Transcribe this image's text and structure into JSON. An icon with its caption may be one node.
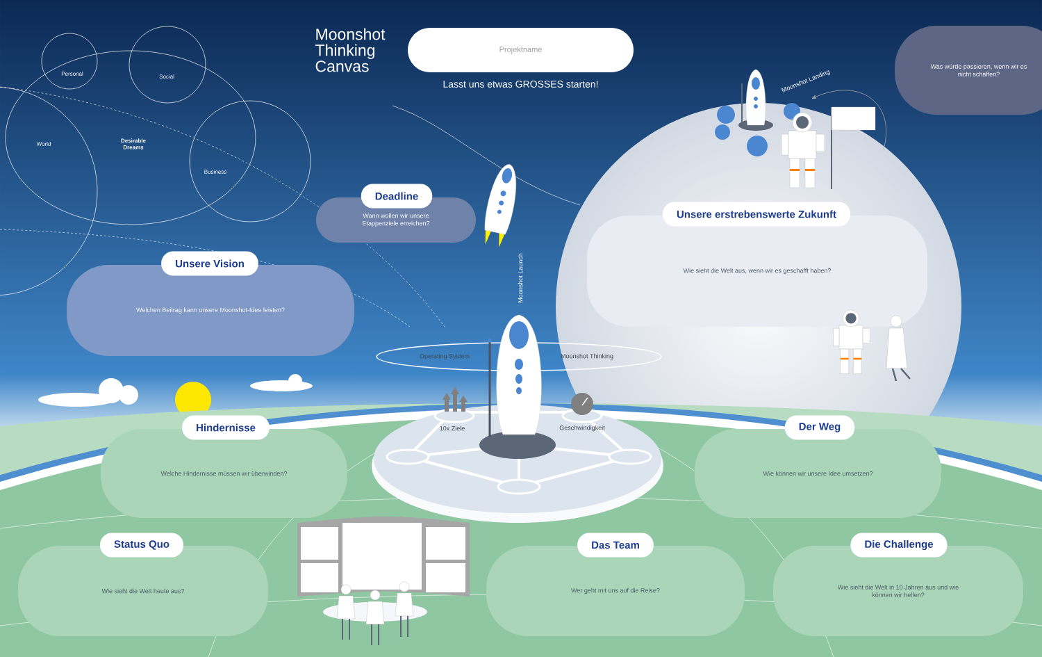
{
  "diagram": {
    "title": "Moonshot Thinking Canvas",
    "nodes": [
      {
        "text": [
          "Projektname"
        ],
        "beside": [
          "Lasst uns etwas GROSSES starten!"
        ]
      },
      {
        "text": [
          "Was würde passieren, wenn wir es nicht schaffen?"
        ]
      },
      {
        "text": [
          "Deadline",
          "Wann wollen wir unsere Etappenziele erreichen?"
        ]
      },
      {
        "text": [
          "Unsere Vision",
          "Welchen Beitrag kann unsere Moonshot-Idee leisten?"
        ]
      },
      {
        "text": [
          "Unsere erstrebenswerte Zukunft",
          "Wie sieht die Welt aus, wenn wir es geschafft haben?"
        ]
      },
      {
        "text": [
          "Hindernisse",
          "Welche Hindernisse müssen wir überwinden?"
        ]
      },
      {
        "text": [
          "Der Weg",
          "Wie können wir unsere Idee umsetzen?"
        ]
      },
      {
        "text": [
          "Status Quo",
          "Wie sieht die Welt heute aus?"
        ]
      },
      {
        "text": [
          "Das Team",
          "Wer geht mit uns auf die Reise?"
        ]
      },
      {
        "text": [
          "Die Challenge",
          "Wie sieht die Welt in 10 Jahren aus und wie können wir helfen?"
        ]
      },
      {
        "text": [
          "Desirable Dreams"
        ]
      },
      {
        "text": [
          "Personal"
        ]
      },
      {
        "text": [
          "Social"
        ]
      },
      {
        "text": [
          "World"
        ]
      },
      {
        "text": [
          "Business"
        ]
      },
      {
        "text": [
          "Operating System",
          "Moonshot Thinking"
        ]
      }
    ],
    "labels": [
      "Moonshot Landing",
      "Moonshot Launch",
      "10x Ziele",
      "Geschwindigkeit"
    ]
  }
}
